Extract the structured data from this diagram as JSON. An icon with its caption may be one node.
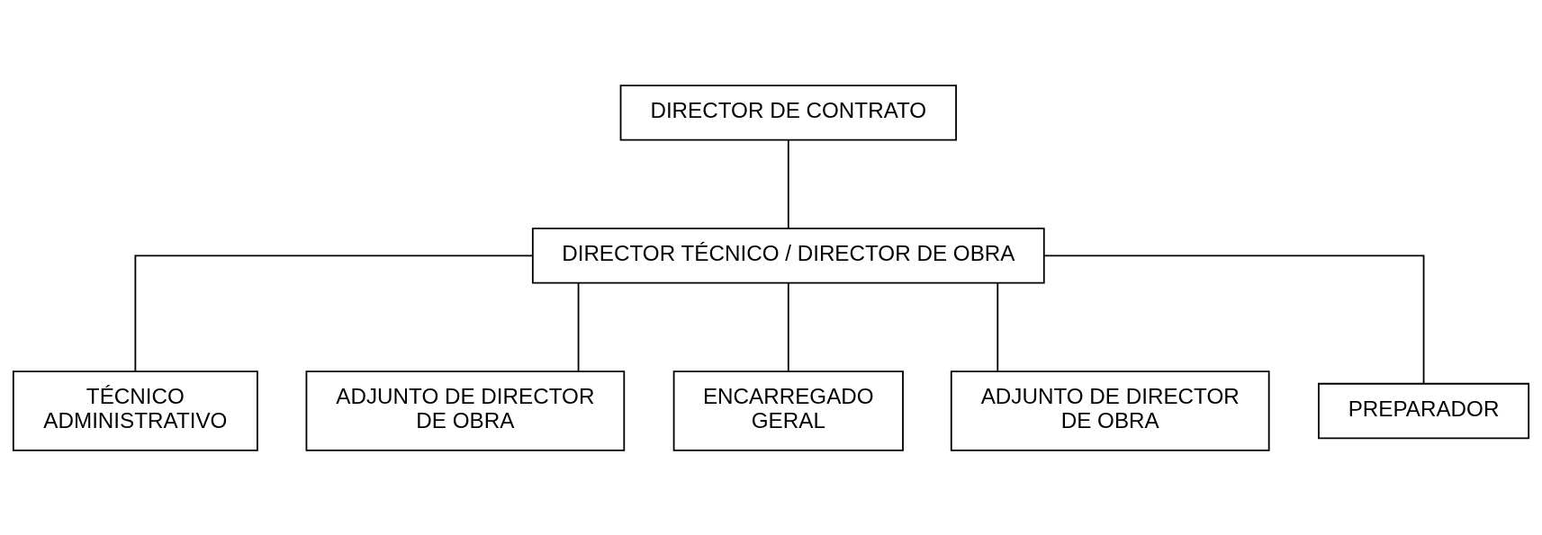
{
  "diagram": {
    "nodes": [
      {
        "text": [
          "DIRECTOR DE CONTRATO"
        ]
      },
      {
        "text": [
          "DIRECTOR TÉCNICO / DIRECTOR DE OBRA"
        ]
      },
      {
        "text": [
          "TÉCNICO ADMINISTRATIVO"
        ]
      },
      {
        "text": [
          "ADJUNTO DE DIRECTOR DE OBRA"
        ]
      },
      {
        "text": [
          "ENCARREGADO GERAL"
        ]
      },
      {
        "text": [
          "ADJUNTO DE DIRECTOR DE OBRA"
        ]
      },
      {
        "text": [
          "PREPARADOR"
        ]
      }
    ],
    "edges": [
      {
        "from": 0,
        "to": 1,
        "arrow": "none"
      },
      {
        "from": 1,
        "to": 2,
        "arrow": "none"
      },
      {
        "from": 1,
        "to": 3,
        "arrow": "none"
      },
      {
        "from": 1,
        "to": 4,
        "arrow": "none"
      },
      {
        "from": 1,
        "to": 5,
        "arrow": "none"
      },
      {
        "from": 1,
        "to": 6,
        "arrow": "none"
      }
    ]
  }
}
